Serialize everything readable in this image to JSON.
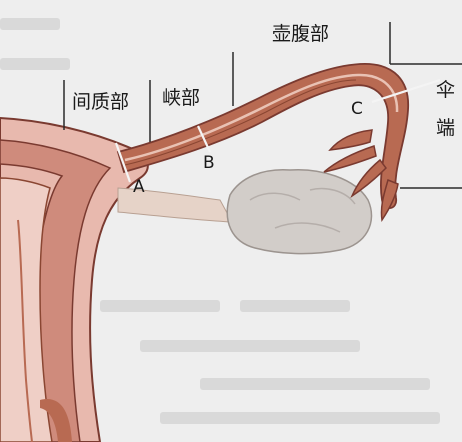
{
  "regions": {
    "interstitial": "间质部",
    "isthmus": "峡部",
    "ampulla": "壶腹部",
    "fimbria_char1": "伞",
    "fimbria_char2": "端"
  },
  "points": {
    "a": "A",
    "b": "B",
    "c": "C"
  },
  "colors": {
    "background": "#eeeeee",
    "background_text": "#d7d7d7",
    "uterus_fill": "#e8b9ae",
    "uterus_outline": "#7a3a30",
    "myometrium": "#cf8b7c",
    "tube_fill": "#b86a52",
    "tube_dark": "#8a4632",
    "tube_lumen": "#e9c2b4",
    "ligament": "#e6d3c8",
    "ovary": "#d2cdc9",
    "marker_line": "#2a2a2a"
  }
}
